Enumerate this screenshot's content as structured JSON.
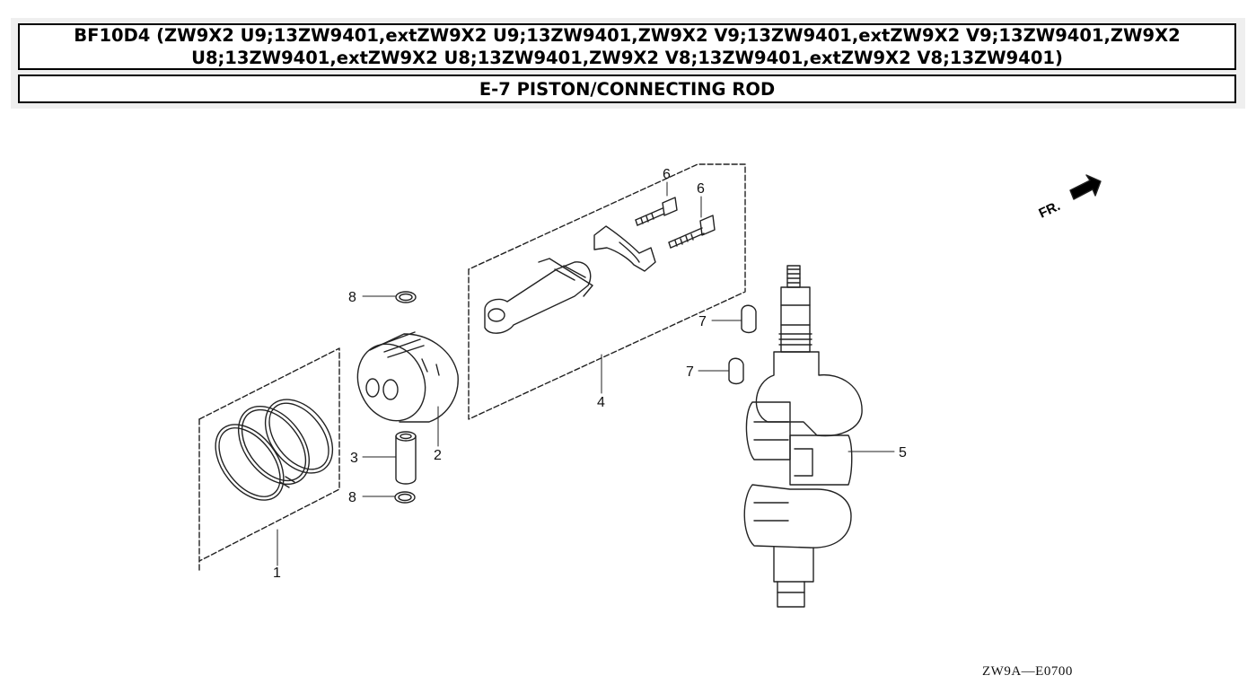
{
  "header": {
    "model_title": "BF10D4 (ZW9X2 U9;13ZW9401,extZW9X2 U9;13ZW9401,ZW9X2 V9;13ZW9401,extZW9X2 V9;13ZW9401,ZW9X2 U8;13ZW9401,extZW9X2 U8;13ZW9401,ZW9X2 V8;13ZW9401,extZW9X2 V8;13ZW9401)",
    "section_title": "E-7 PISTON/CONNECTING ROD"
  },
  "diagram": {
    "direction_label": "FR.",
    "reference_code": "ZW9A—E0700",
    "callouts": {
      "piston_ring_set": "1",
      "piston": "2",
      "piston_pin": "3",
      "connecting_rod": "4",
      "crankshaft": "5",
      "rod_bolt_left": "6",
      "rod_bolt_right": "6",
      "woodruff_key_upper": "7",
      "woodruff_key_lower": "7",
      "pin_clip_upper": "8",
      "pin_clip_lower": "8"
    }
  }
}
